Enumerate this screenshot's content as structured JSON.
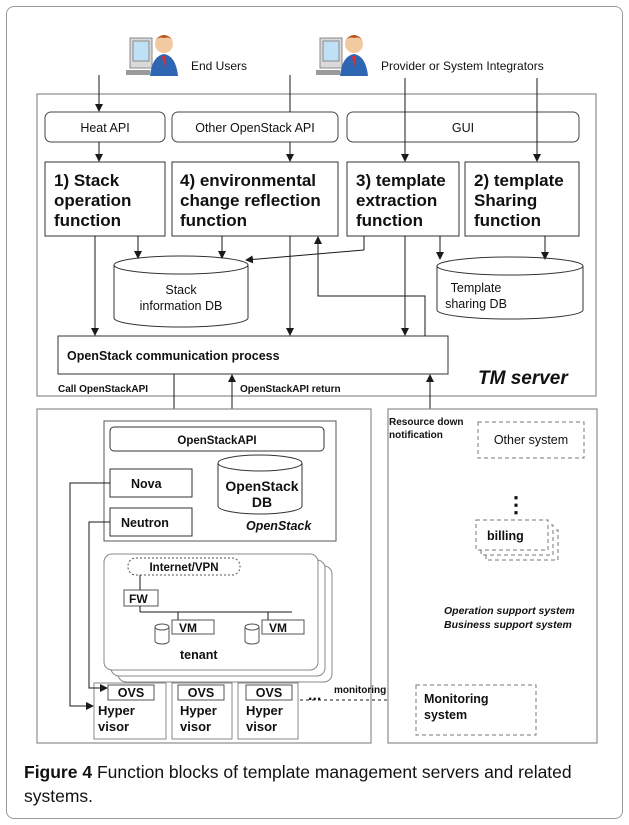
{
  "actors": {
    "end_users": "End Users",
    "providers": "Provider or System Integrators"
  },
  "tm_server": {
    "label": "TM server",
    "heat_api": "Heat API",
    "other_api": "Other OpenStack API",
    "gui": "GUI",
    "f1": [
      "1) Stack",
      "operation",
      "function"
    ],
    "f4": [
      "4) environmental",
      "change reflection",
      "function"
    ],
    "f3": [
      "3) template",
      "extraction",
      "function"
    ],
    "f2": [
      "2) template",
      "Sharing",
      "function"
    ],
    "stack_db": [
      "Stack",
      "information DB"
    ],
    "template_db": [
      "Template",
      "sharing DB"
    ],
    "comm_process": "OpenStack communication process"
  },
  "links": {
    "call_api": "Call OpenStackAPI",
    "api_return": "OpenStackAPI return",
    "resource_down": [
      "Resource down",
      "notification"
    ],
    "monitoring": "monitoring"
  },
  "openstack": {
    "api": "OpenStackAPI",
    "nova": "Nova",
    "neutron": "Neutron",
    "db": [
      "OpenStack",
      "DB"
    ],
    "label": "OpenStack"
  },
  "tenant": {
    "internet": "Internet/VPN",
    "fw": "FW",
    "vm": "VM",
    "label": "tenant"
  },
  "hypervisors": {
    "ovs": "OVS",
    "hyper": [
      "Hyper",
      "visor"
    ],
    "dots": "..."
  },
  "support": {
    "other_system": "Other system",
    "vdots": "⋮",
    "billing": "billing",
    "oss_bss": [
      "Operation support system",
      "Business support system"
    ],
    "monitoring_system": [
      "Monitoring",
      "system"
    ]
  },
  "caption": {
    "label": "Figure 4",
    "text": " Function blocks of template management servers and related systems."
  },
  "colors": {
    "border": "#8c8c8c",
    "panel": "#ffffff",
    "line": "#1a1a1a",
    "user_shirt": "#2f66b3",
    "user_hair": "#b5521b",
    "monitor": "#d8d8d8"
  },
  "icons": [
    "user-at-computer-icon",
    "user-at-computer-icon"
  ]
}
